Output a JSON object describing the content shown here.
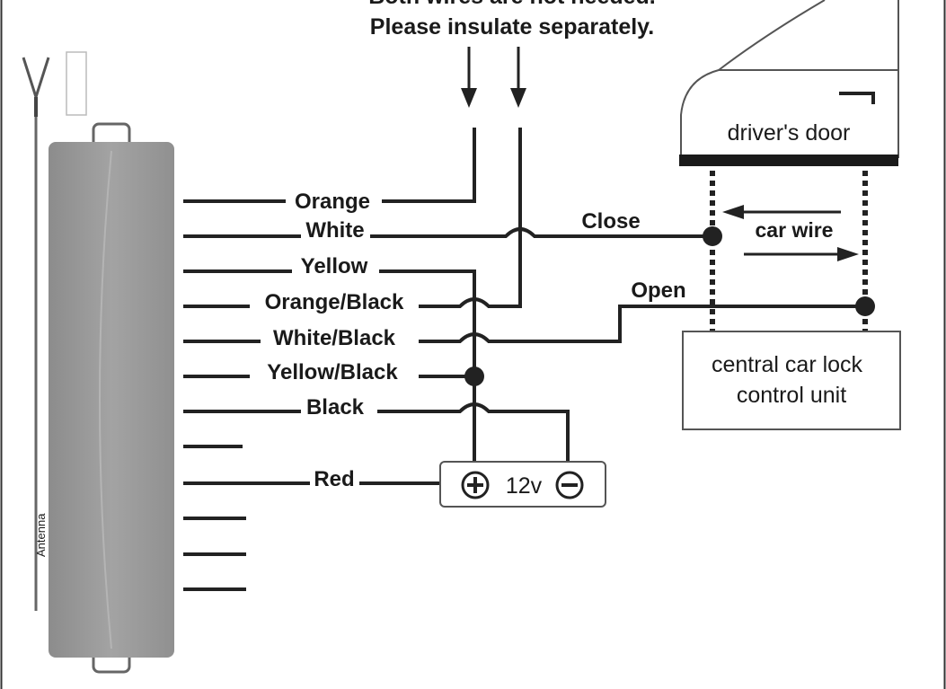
{
  "note": {
    "line1": "Both wires are not needed.",
    "line2": "Please insulate separately."
  },
  "wires": [
    {
      "id": "orange",
      "label": "Orange"
    },
    {
      "id": "white",
      "label": "White"
    },
    {
      "id": "yellow",
      "label": "Yellow"
    },
    {
      "id": "orange-black",
      "label": "Orange/Black"
    },
    {
      "id": "white-black",
      "label": "White/Black"
    },
    {
      "id": "yellow-black",
      "label": "Yellow/Black"
    },
    {
      "id": "black",
      "label": "Black"
    },
    {
      "id": "red",
      "label": "Red"
    }
  ],
  "door": {
    "label": "driver's door"
  },
  "car_wire": {
    "label": "car wire",
    "close_label": "Close",
    "open_label": "Open"
  },
  "control_unit": {
    "line1": "central car lock",
    "line2": "control unit"
  },
  "power_supply": {
    "label": "12v",
    "plus_icon": "plus-circle-icon",
    "minus_icon": "minus-circle-icon"
  },
  "module": {
    "antenna_text": "Antenna"
  }
}
